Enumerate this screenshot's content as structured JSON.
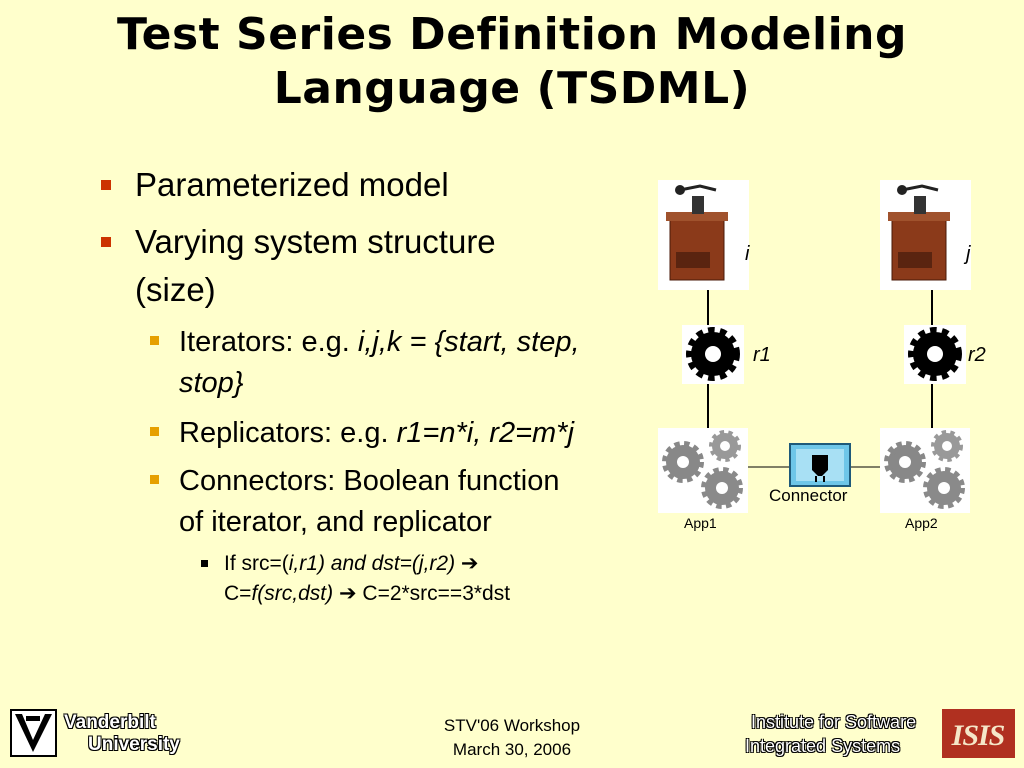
{
  "title": {
    "line1": "Test Series Definition Modeling",
    "line2": "Language (TSDML)"
  },
  "bullets": {
    "b1": "Parameterized model",
    "b2_line1": "Varying system structure",
    "b2_line2": "(size)",
    "s1_prefix": "Iterators: e.g. ",
    "s1_italic1": "i,j,k = {start, step,",
    "s1_italic2": "stop}",
    "s2_prefix": "Replicators: e.g. ",
    "s2_italic": "r1=n*i, r2=m*j",
    "s3_line1": "Connectors: Boolean function",
    "s3_line2": "of iterator, and replicator",
    "t1_a": "If src=(",
    "t1_b": "i,r1) and dst=(j,r2)",
    "t1_arrow": "➔",
    "t1_c": "C=",
    "t1_d": "f(src,dst)",
    "t1_arrow2": "➔",
    "t1_e": " C=2*src==3*dst"
  },
  "diagram": {
    "label_i": "i",
    "label_j": "j",
    "label_r1": "r1",
    "label_r2": "r2",
    "connector": "Connector",
    "app1": "App1",
    "app2": "App2"
  },
  "footer": {
    "vu_line1": "Vanderbilt",
    "vu_line2": "University",
    "center_line1": "STV'06 Workshop",
    "center_line2": "March 30, 2006",
    "isis_line1": "Institute for Software",
    "isis_line2": "Integrated Systems"
  },
  "colors": {
    "background": "#FFFFCC",
    "bullet1": "#CC3300",
    "bullet2": "#E6A000",
    "isis": "#B03020"
  }
}
